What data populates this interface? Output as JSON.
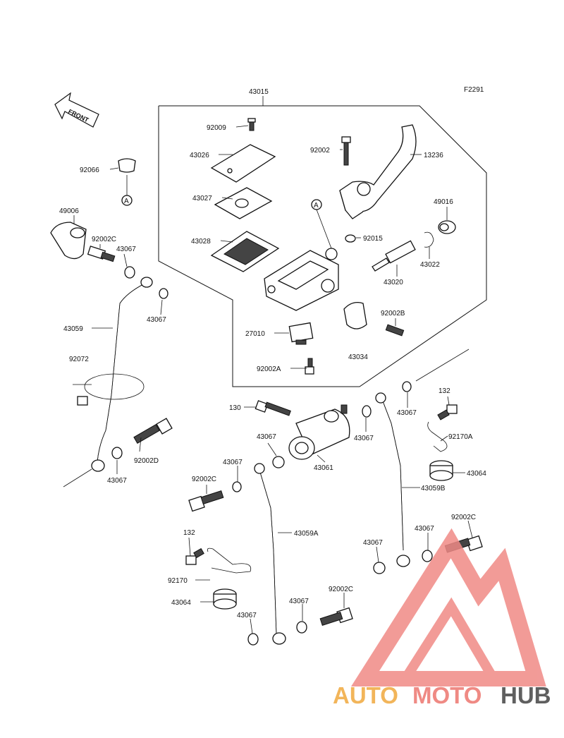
{
  "diagram": {
    "figure_code": "F2291",
    "front_label": "FRONT",
    "callout_letter": "A",
    "part_labels": [
      {
        "id": "43015",
        "text": "43015"
      },
      {
        "id": "92009",
        "text": "92009"
      },
      {
        "id": "43026",
        "text": "43026"
      },
      {
        "id": "43027",
        "text": "43027"
      },
      {
        "id": "43028",
        "text": "43028"
      },
      {
        "id": "92002",
        "text": "92002"
      },
      {
        "id": "13236",
        "text": "13236"
      },
      {
        "id": "49016",
        "text": "49016"
      },
      {
        "id": "92015",
        "text": "92015"
      },
      {
        "id": "43022",
        "text": "43022"
      },
      {
        "id": "43020",
        "text": "43020"
      },
      {
        "id": "92002B",
        "text": "92002B"
      },
      {
        "id": "27010",
        "text": "27010"
      },
      {
        "id": "43034",
        "text": "43034"
      },
      {
        "id": "92002A",
        "text": "92002A"
      },
      {
        "id": "92066",
        "text": "92066"
      },
      {
        "id": "49006",
        "text": "49006"
      },
      {
        "id": "92002C-1",
        "text": "92002C"
      },
      {
        "id": "43067-1",
        "text": "43067"
      },
      {
        "id": "43067-2",
        "text": "43067"
      },
      {
        "id": "43059",
        "text": "43059"
      },
      {
        "id": "92072",
        "text": "92072"
      },
      {
        "id": "92002D",
        "text": "92002D"
      },
      {
        "id": "43067-3",
        "text": "43067"
      },
      {
        "id": "130",
        "text": "130"
      },
      {
        "id": "43067-4",
        "text": "43067"
      },
      {
        "id": "43067-5",
        "text": "43067"
      },
      {
        "id": "43067-6",
        "text": "43067"
      },
      {
        "id": "132-1",
        "text": "132"
      },
      {
        "id": "92170A",
        "text": "92170A"
      },
      {
        "id": "43061",
        "text": "43061"
      },
      {
        "id": "43064-1",
        "text": "43064"
      },
      {
        "id": "43067-7",
        "text": "43067"
      },
      {
        "id": "43059B",
        "text": "43059B"
      },
      {
        "id": "92002C-2",
        "text": "92002C"
      },
      {
        "id": "43059A",
        "text": "43059A"
      },
      {
        "id": "92002C-3",
        "text": "92002C"
      },
      {
        "id": "43067-8",
        "text": "43067"
      },
      {
        "id": "43067-9",
        "text": "43067"
      },
      {
        "id": "132-2",
        "text": "132"
      },
      {
        "id": "92170",
        "text": "92170"
      },
      {
        "id": "43064-2",
        "text": "43064"
      },
      {
        "id": "92002C-4",
        "text": "92002C"
      },
      {
        "id": "43067-10",
        "text": "43067"
      },
      {
        "id": "43067-11",
        "text": "43067"
      }
    ]
  },
  "watermark": {
    "text_part1": "AUTO",
    "text_part2": "MOTO",
    "text_part3": "HUB",
    "colors": {
      "auto": "#f2b55a",
      "moto": "#ef8a84",
      "hub": "#5f5f5f",
      "logo": "#f08a86"
    }
  }
}
